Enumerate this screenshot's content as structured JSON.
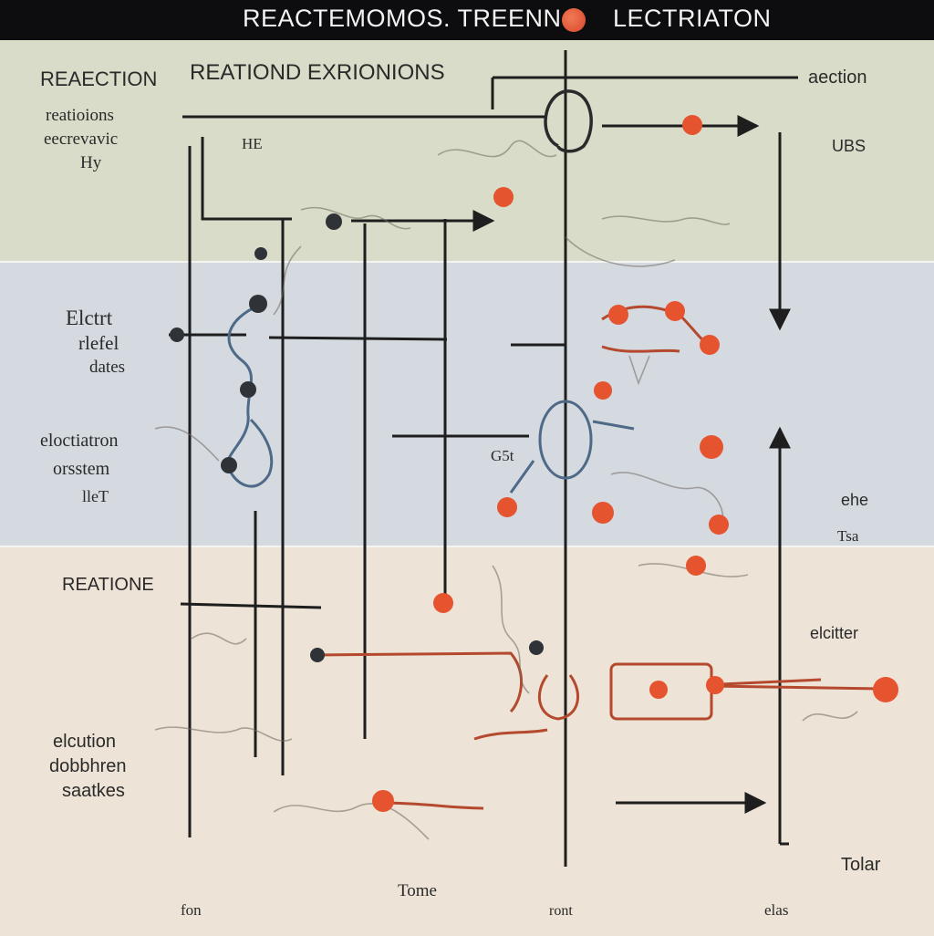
{
  "header": {
    "title_left": "REACTEMOMOS. TREENN",
    "title_right": "LECTRIATON"
  },
  "bands": {
    "top": {
      "heading": "REAECTION",
      "subtitle": "REATIOND EXRIONIONS",
      "side_label_1": "reatioions",
      "side_label_2": "eecrevavic",
      "side_label_3": "Hy",
      "right_label_1": "aection",
      "right_label_2": "UBS",
      "small_label": "HE"
    },
    "middle": {
      "label_1a": "Elctrt",
      "label_1b": "rlefel",
      "label_1c": "dates",
      "label_2a": "eloctiatron",
      "label_2b": "orsstem",
      "label_2c": "lleT",
      "center_label": "G5t",
      "right_label_1": "ehe",
      "right_label_2": "Tsa"
    },
    "bottom": {
      "heading": "REATIONE",
      "label_1a": "elcution",
      "label_1b": "dobbhren",
      "label_1c": "saatkes",
      "right_label_1": "elcitter",
      "right_label_2": "Tolar",
      "bottom_label_1": "fon",
      "bottom_label_2": "Tome",
      "bottom_label_3": "ront",
      "bottom_label_4": "elas"
    }
  },
  "colors": {
    "header_bg": "#0d0d0f",
    "band_top": "#d9dcc8",
    "band_middle": "#d4dae0",
    "band_bottom": "#ede3d6",
    "node_orange": "#e5532f",
    "node_dark": "#2f3338",
    "line_dark": "#1e1e1e",
    "line_red": "#b5492e",
    "line_blue": "#4e6a88"
  }
}
